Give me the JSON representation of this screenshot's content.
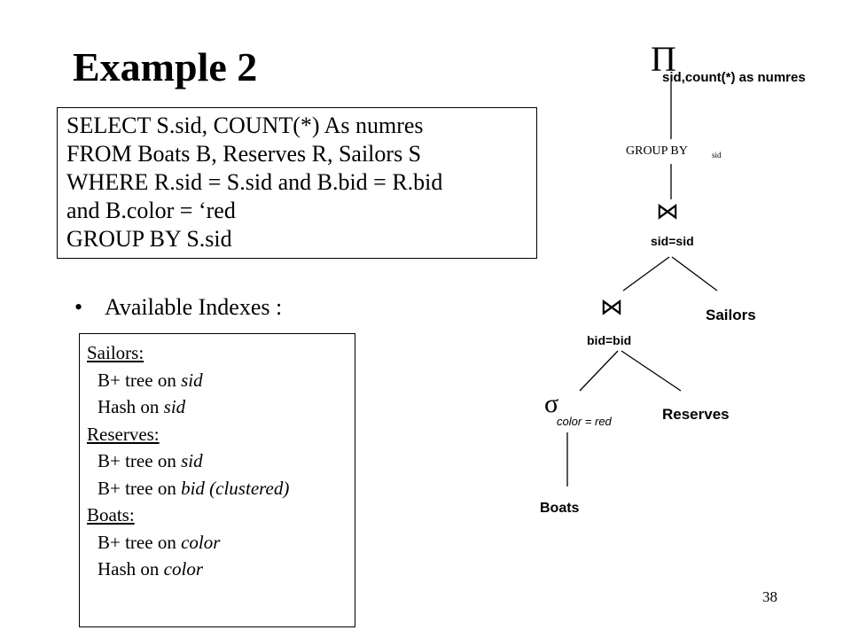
{
  "title": "Example 2",
  "sql": [
    "SELECT S.sid, COUNT(*) As numres",
    "FROM Boats B, Reserves R, Sailors S",
    "WHERE R.sid = S.sid and B.bid = R.bid",
    "and B.color = ‘red",
    "GROUP BY S.sid"
  ],
  "bullet": {
    "symbol": "•",
    "text": "Available Indexes :"
  },
  "indexes": {
    "sailors_head": "Sailors:",
    "sailors_btree_pre": "B+ tree on ",
    "sailors_btree_col": "sid",
    "sailors_hash_pre": "Hash on ",
    "sailors_hash_col": "sid",
    "reserves_head": "Reserves:",
    "reserves_btree_pre": "B+ tree on ",
    "reserves_btree_col": "sid",
    "reserves_bid_pre": "B+ tree on ",
    "reserves_bid_col": "bid (clustered)",
    "boats_head": "Boats:",
    "boats_btree_pre": "B+ tree on ",
    "boats_btree_col": "color",
    "boats_hash_pre": "Hash on ",
    "boats_hash_col": "color"
  },
  "tree": {
    "projection_symbol": "Π",
    "projection_label": "sid,count(*) as numres",
    "groupby_label": "GROUP BY",
    "groupby_sub": "sid",
    "join_symbol": "⋈",
    "join1_label": "sid=sid",
    "join2_label": "bid=bid",
    "sailors": "Sailors",
    "reserves": "Reserves",
    "select_symbol": "σ",
    "select_label": "color = red",
    "boats": "Boats"
  },
  "page_number": "38"
}
